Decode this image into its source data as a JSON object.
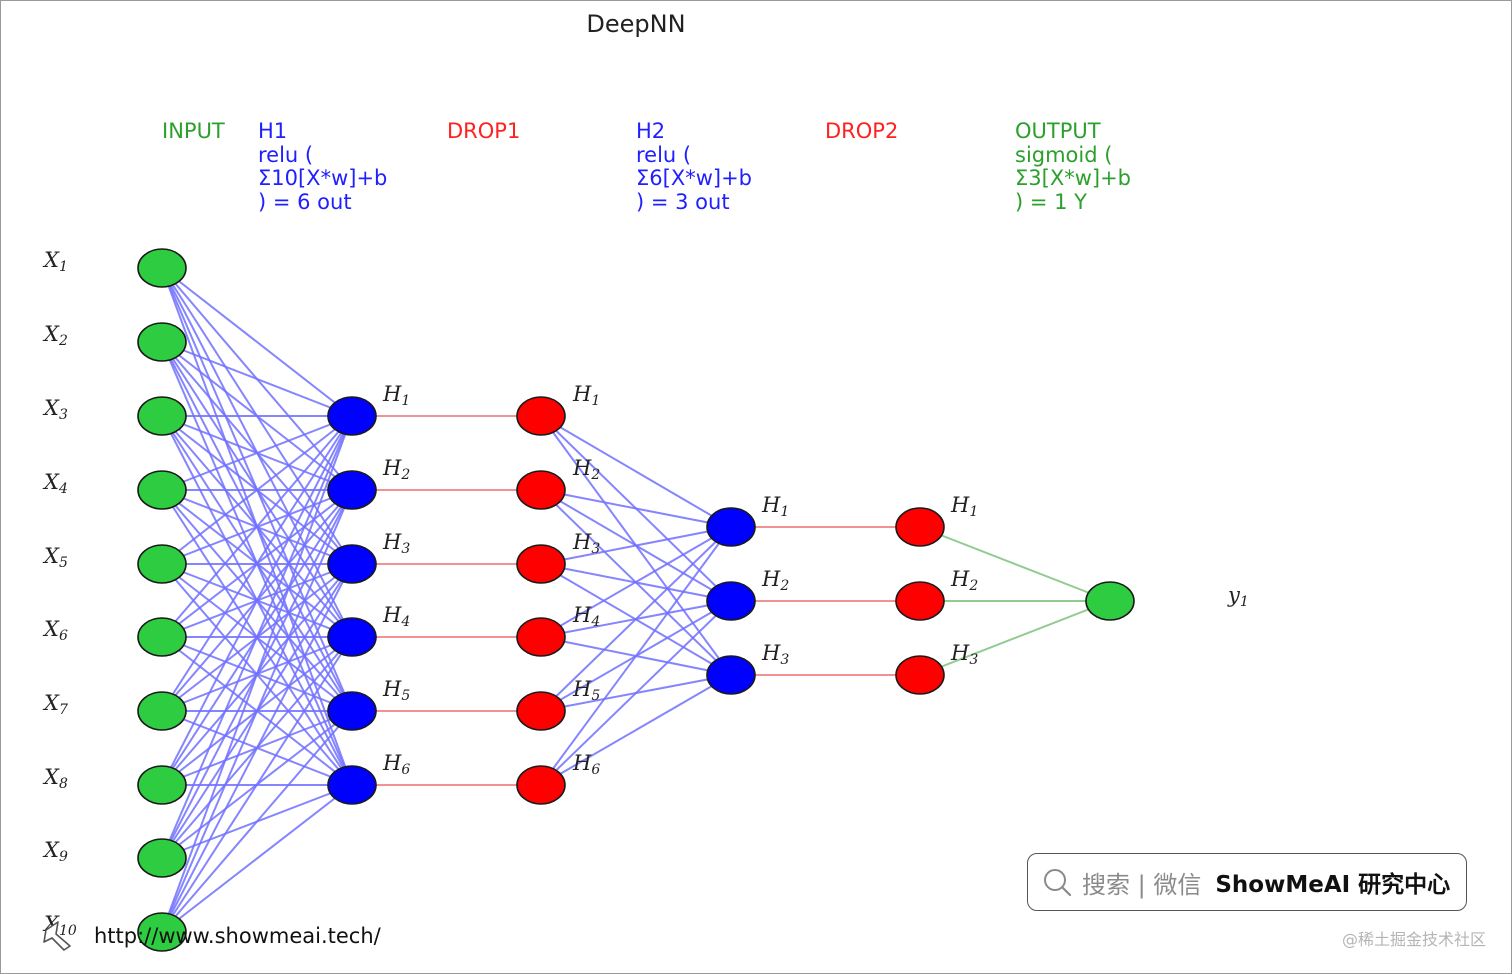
{
  "title": "DeepNN",
  "layers": [
    {
      "id": "input",
      "label": "INPUT",
      "color": "#2ca02c"
    },
    {
      "id": "h1",
      "label": "H1\nrelu (\nΣ10[X*w]+b\n) = 6 out",
      "color": "#1f1fff"
    },
    {
      "id": "drop1",
      "label": "DROP1",
      "color": "#ff2020"
    },
    {
      "id": "h2",
      "label": "H2\nrelu (\nΣ6[X*w]+b\n) = 3 out",
      "color": "#1f1fff"
    },
    {
      "id": "drop2",
      "label": "DROP2",
      "color": "#ff2020"
    },
    {
      "id": "output",
      "label": "OUTPUT\nsigmoid (\nΣ3[X*w]+b\n) = 1 Y",
      "color": "#2ca02c"
    }
  ],
  "input_nodes": [
    {
      "name": "X",
      "sub": "1"
    },
    {
      "name": "X",
      "sub": "2"
    },
    {
      "name": "X",
      "sub": "3"
    },
    {
      "name": "X",
      "sub": "4"
    },
    {
      "name": "X",
      "sub": "5"
    },
    {
      "name": "X",
      "sub": "6"
    },
    {
      "name": "X",
      "sub": "7"
    },
    {
      "name": "X",
      "sub": "8"
    },
    {
      "name": "X",
      "sub": "9"
    },
    {
      "name": "X",
      "sub": "10"
    }
  ],
  "hidden1_nodes": [
    {
      "name": "H",
      "sub": "1"
    },
    {
      "name": "H",
      "sub": "2"
    },
    {
      "name": "H",
      "sub": "3"
    },
    {
      "name": "H",
      "sub": "4"
    },
    {
      "name": "H",
      "sub": "5"
    },
    {
      "name": "H",
      "sub": "6"
    }
  ],
  "drop1_nodes": [
    {
      "name": "H",
      "sub": "1"
    },
    {
      "name": "H",
      "sub": "2"
    },
    {
      "name": "H",
      "sub": "3"
    },
    {
      "name": "H",
      "sub": "4"
    },
    {
      "name": "H",
      "sub": "5"
    },
    {
      "name": "H",
      "sub": "6"
    }
  ],
  "hidden2_nodes": [
    {
      "name": "H",
      "sub": "1"
    },
    {
      "name": "H",
      "sub": "2"
    },
    {
      "name": "H",
      "sub": "3"
    }
  ],
  "drop2_nodes": [
    {
      "name": "H",
      "sub": "1"
    },
    {
      "name": "H",
      "sub": "2"
    },
    {
      "name": "H",
      "sub": "3"
    }
  ],
  "output_node": {
    "name": "y",
    "sub": "1"
  },
  "colors": {
    "input_node": "#2ecc40",
    "hidden_node": "#0000ff",
    "drop_node": "#ff0000",
    "output_node": "#2ecc40",
    "dense_edge": "#7070ff",
    "drop_edge": "#f28c8c",
    "output_edge": "#8cc88c"
  },
  "search_box": {
    "search_text": "搜索 | 微信",
    "brand_text": "ShowMeAI 研究中心"
  },
  "url": "http://www.showmeai.tech/",
  "watermark": "@稀土掘金技术社区"
}
